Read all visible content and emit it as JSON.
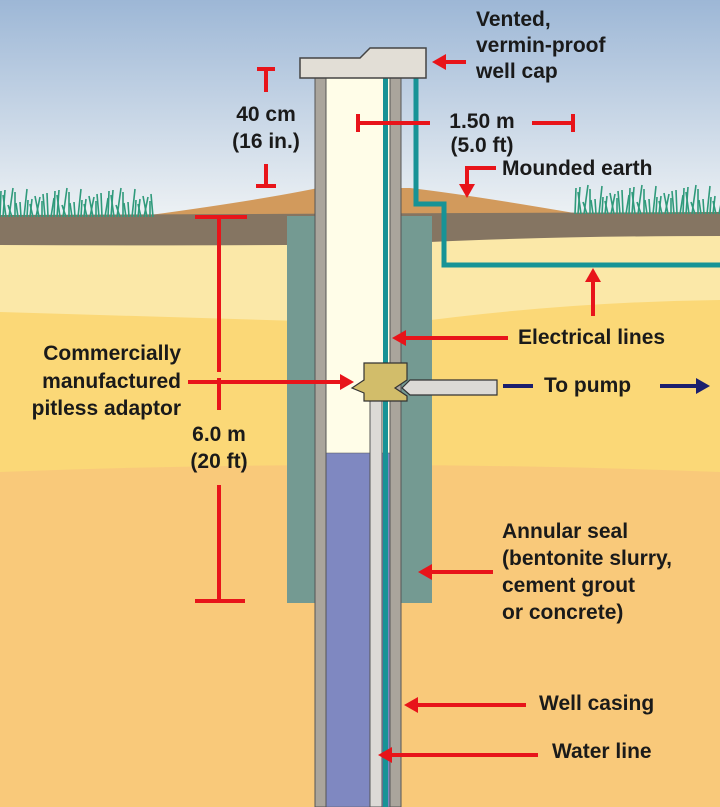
{
  "title": "Drilled well with pitless adaptor",
  "colors": {
    "sky_top": "#9db7d6",
    "sky_bottom": "#eef3f7",
    "mound": "#d29a5c",
    "topsoil": "#857562",
    "layer1": "#fbe7a5",
    "layer2": "#fbd877",
    "layer3": "#f9c97a",
    "grass": "#2f9a7b",
    "seal": "#749a92",
    "casing": "#aaa59c",
    "well_inside": "#fffde8",
    "water": "#7f88c1",
    "cap": "#e2ded6",
    "electric": "#179396",
    "adaptor": "#d2bd6a",
    "pipe": "#dcdad6",
    "arrow_red": "#e8141a",
    "arrow_navy": "#1b1f6e"
  },
  "labels": {
    "cap": [
      "Vented,",
      "vermin-proof",
      "well cap"
    ],
    "height_above": [
      "40 cm",
      "(16 in.)"
    ],
    "distance": [
      "1.50 m",
      "(5.0 ft)"
    ],
    "mounded": "Mounded earth",
    "electrical": "Electrical lines",
    "adaptor": [
      "Commercially",
      "manufactured",
      "pitless adaptor"
    ],
    "to_pump": "To pump",
    "depth": [
      "6.0 m",
      "(20 ft)"
    ],
    "seal": [
      "Annular seal",
      "(bentonite slurry,",
      "cement grout",
      "or concrete)"
    ],
    "casing": "Well casing",
    "water_line": "Water line"
  }
}
